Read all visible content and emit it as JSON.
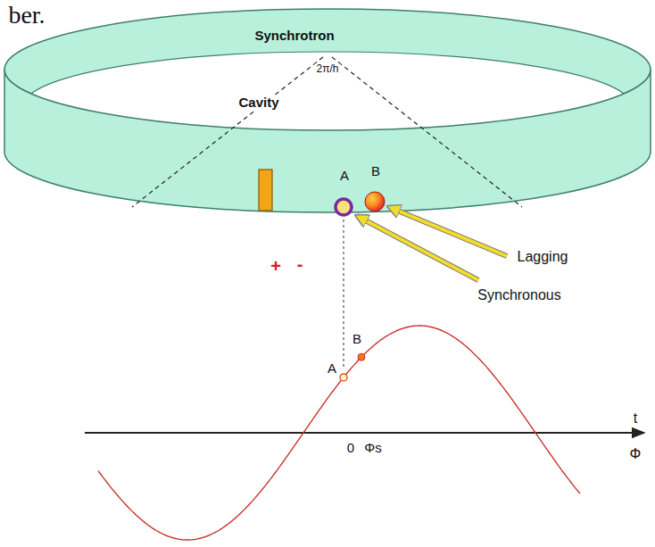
{
  "diagram": {
    "nodes": [
      {
        "text": [
          "Synchrotron"
        ]
      }
    ],
    "labels": [
      "ber.",
      "2π/h",
      "Cavity",
      "A",
      "B",
      "+",
      "-",
      "Lagging",
      "Synchronous",
      "A",
      "B",
      "0",
      "Φs",
      "t",
      "Φ"
    ]
  }
}
